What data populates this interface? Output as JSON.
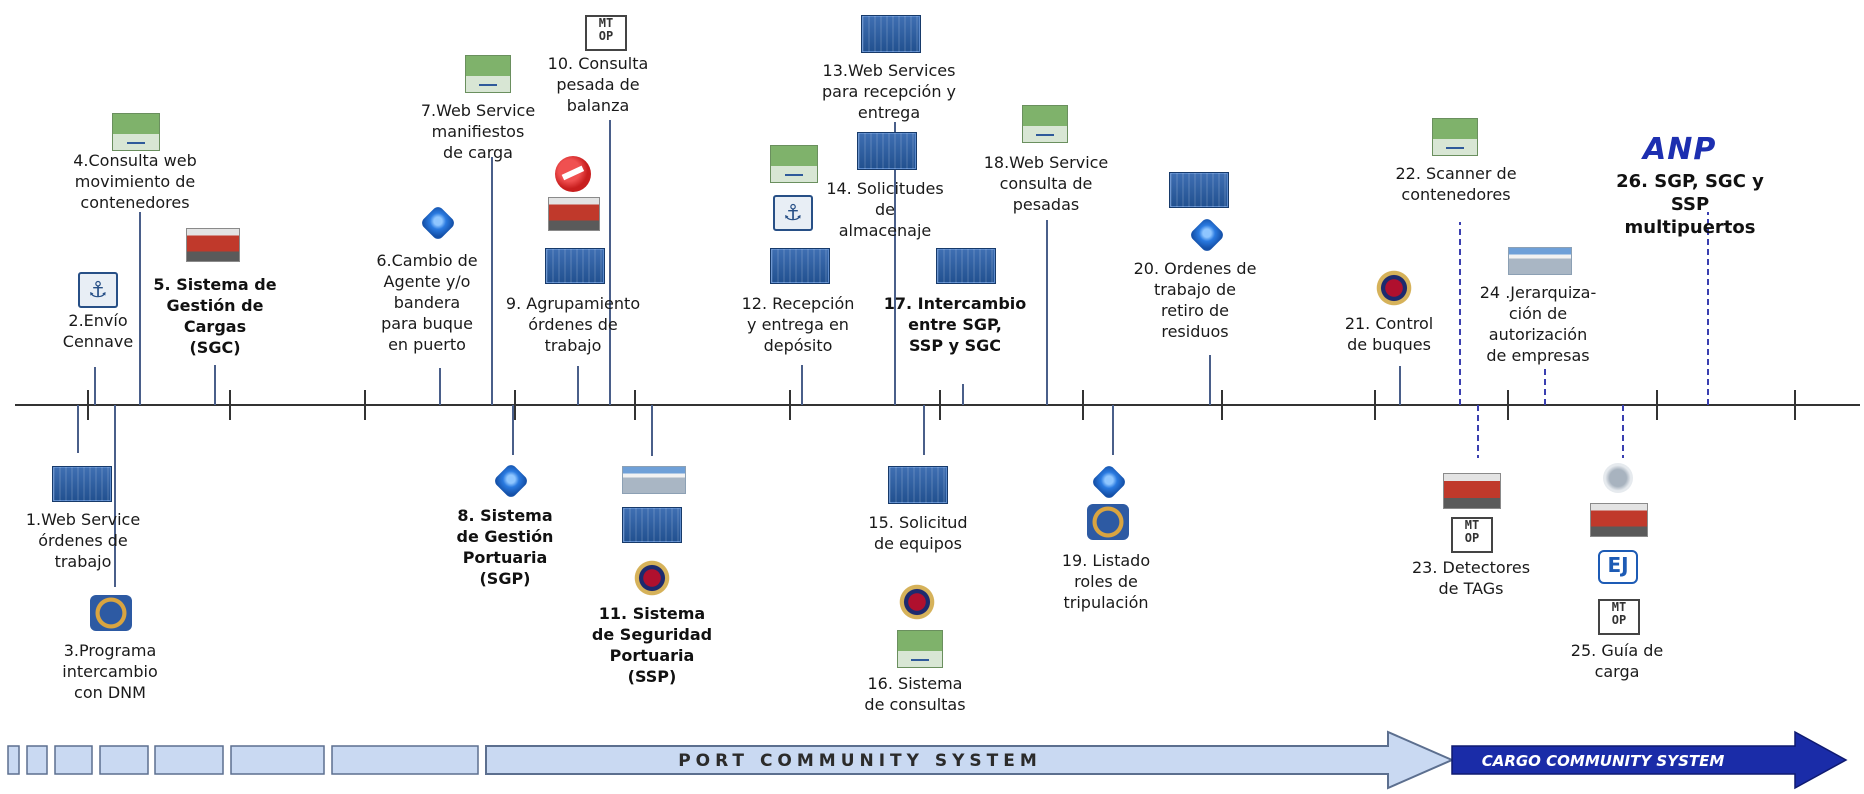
{
  "diagram": {
    "items": [
      {
        "id": "i1",
        "text": "1.Web Service\nórdenes de\ntrabajo",
        "bold": false
      },
      {
        "id": "i2",
        "text": "2.Envío\nCennave",
        "bold": false
      },
      {
        "id": "i3",
        "text": "3.Programa\nintercambio\ncon DNM",
        "bold": false
      },
      {
        "id": "i4",
        "text": "4.Consulta web\nmovimiento de\ncontenedores",
        "bold": false
      },
      {
        "id": "i5",
        "text": "5. Sistema de\nGestión de\nCargas\n(SGC)",
        "bold": true
      },
      {
        "id": "i6",
        "text": "6.Cambio de\nAgente y/o\nbandera\npara buque\nen puerto",
        "bold": false
      },
      {
        "id": "i7",
        "text": "7.Web Service\nmanifiestos\nde carga",
        "bold": false
      },
      {
        "id": "i8",
        "text": "8. Sistema\nde Gestión\nPortuaria\n(SGP)",
        "bold": true
      },
      {
        "id": "i9",
        "text": "9. Agrupamiento\nórdenes de\ntrabajo",
        "bold": false
      },
      {
        "id": "i10",
        "text": "10. Consulta\npesada de\nbalanza",
        "bold": false
      },
      {
        "id": "i11",
        "text": "11. Sistema\nde Seguridad\nPortuaria\n(SSP)",
        "bold": true
      },
      {
        "id": "i12",
        "text": "12. Recepción\ny entrega en\ndepósito",
        "bold": false
      },
      {
        "id": "i13",
        "text": "13.Web Services\npara recepción y\nentrega",
        "bold": false
      },
      {
        "id": "i14",
        "text": "14. Solicitudes\nde\nalmacenaje",
        "bold": false
      },
      {
        "id": "i15",
        "text": "15. Solicitud\nde equipos",
        "bold": false
      },
      {
        "id": "i16",
        "text": "16. Sistema\nde consultas",
        "bold": false
      },
      {
        "id": "i17",
        "text": "17. Intercambio\nentre SGP,\nSSP y SGC",
        "bold": true
      },
      {
        "id": "i18",
        "text": "18.Web Service\nconsulta de\npesadas",
        "bold": false
      },
      {
        "id": "i19",
        "text": "19. Listado\nroles de\ntripulación",
        "bold": false
      },
      {
        "id": "i20",
        "text": "20. Ordenes de\ntrabajo de\nretiro  de\nresiduos",
        "bold": false
      },
      {
        "id": "i21",
        "text": "21. Control\nde buques",
        "bold": false
      },
      {
        "id": "i22",
        "text": "22. Scanner de\ncontenedores",
        "bold": false
      },
      {
        "id": "i23",
        "text": "23. Detectores\nde TAGs",
        "bold": false
      },
      {
        "id": "i24",
        "text": "24 .Jerarquiza-\nción de\nautorización\nde empresas",
        "bold": false
      },
      {
        "id": "i25",
        "text": "25. Guía de\ncarga",
        "bold": false
      },
      {
        "id": "i26",
        "text": "26. SGP, SGC y SSP\nmultipuertos",
        "bold": true
      }
    ],
    "logo_text": "ANP",
    "mtop_icon_text": "MT\nOP",
    "ej_icon_text": "EJ"
  },
  "banner": {
    "port_label": "PORT COMMUNITY SYSTEM",
    "cargo_label": "CARGO COMMUNITY SYSTEM",
    "colors": {
      "port_fill": "#c9d9f2",
      "port_stroke": "#5c6f8f",
      "cargo_fill": "#1a2ca8",
      "block_fill": "#c9d9f2"
    }
  },
  "colors": {
    "timeline": "#333333",
    "solid_connector": "#4a5f8a",
    "dashed_connector": "#3a3fb0"
  },
  "icon_names": [
    "container-icon",
    "green-app-icon",
    "blue-3d-icon",
    "anchor-icon",
    "truck-icon",
    "mtop-icon",
    "navy-emblem-icon",
    "shield-icon",
    "building-icon",
    "red-circle-icon",
    "ej-icon",
    "seal-icon",
    "anp-logo"
  ]
}
